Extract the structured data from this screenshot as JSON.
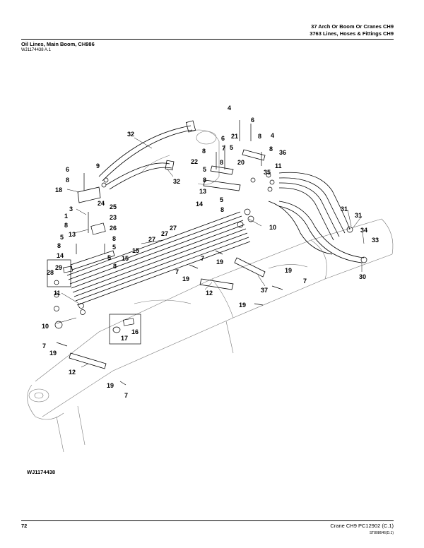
{
  "header": {
    "line1": "37 Arch Or Boom Or Cranes CH9",
    "line2": "3763 Lines, Hoses & Fittings CH9"
  },
  "title": "Oil Lines, Main Boom, CH986",
  "subtitle": "WJ1174438 A.1",
  "figure_id": "WJ1174438",
  "footer": {
    "page": "72",
    "right": "Crane CH9   PC12902   (C.1)",
    "code": "ST808646(D.1)"
  },
  "callouts": {
    "c1": "4",
    "c2": "6",
    "c3": "32",
    "c4": "6",
    "c5": "21",
    "c6": "8",
    "c7": "4",
    "c8": "8",
    "c9": "7",
    "c10": "5",
    "c11": "8",
    "c12": "36",
    "c13": "9",
    "c14": "22",
    "c15": "8",
    "c16": "20",
    "c17": "35",
    "c18": "11",
    "c19": "6",
    "c20": "5",
    "c21": "32",
    "c22": "8",
    "c23": "8",
    "c24": "13",
    "c25": "18",
    "c26": "14",
    "c27": "5",
    "c28": "8",
    "c29": "24",
    "c30": "25",
    "c31": "3",
    "c32": "23",
    "c33": "1",
    "c34": "26",
    "c35": "8",
    "c36": "27",
    "c37": "27",
    "c38": "27",
    "c39": "10",
    "c40": "31",
    "c41": "31",
    "c42": "34",
    "c43": "33",
    "c44": "5",
    "c45": "13",
    "c46": "8",
    "c47": "5",
    "c48": "15",
    "c49": "8",
    "c50": "15",
    "c51": "14",
    "c52": "5",
    "c53": "8",
    "c54": "7",
    "c55": "19",
    "c56": "30",
    "c57": "29",
    "c58": "28",
    "c59": "19",
    "c60": "37",
    "c61": "7",
    "c62": "19",
    "c63": "12",
    "c64": "11",
    "c65": "19",
    "c66": "16",
    "c67": "10",
    "c68": "17",
    "c69": "7",
    "c70": "7",
    "c71": "19",
    "c72": "12",
    "c73": "19",
    "c74": "7"
  }
}
